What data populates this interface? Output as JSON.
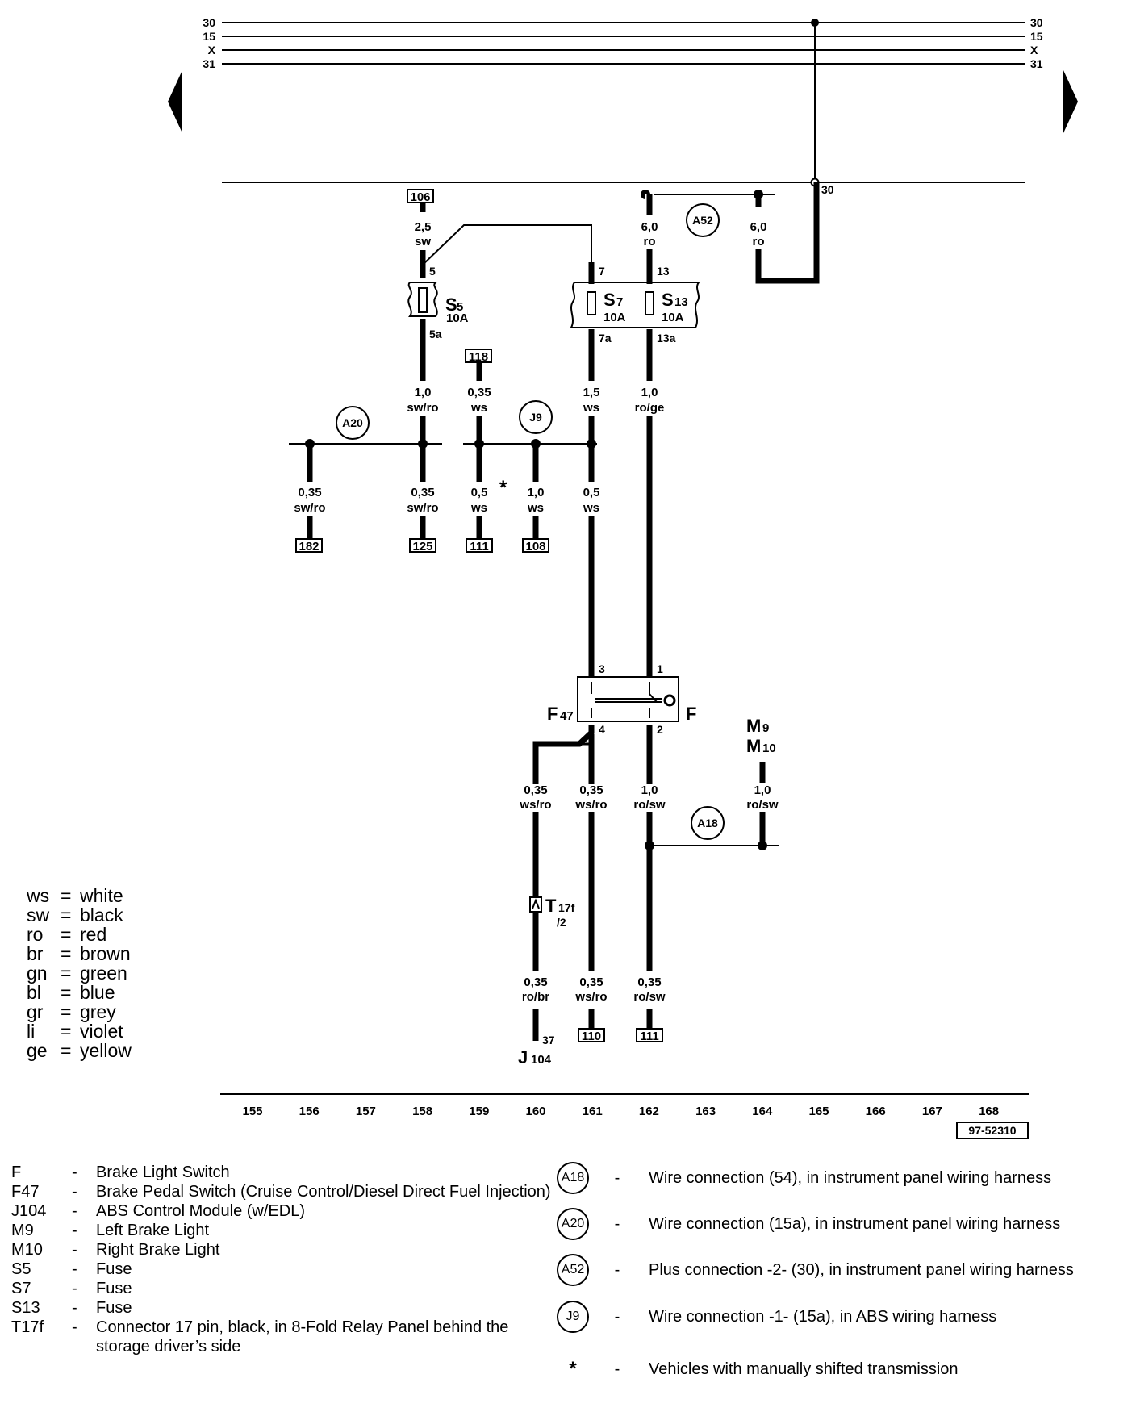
{
  "bus_labels": [
    "30",
    "15",
    "X",
    "31"
  ],
  "terminal_30": "30",
  "refs": {
    "r106": "106",
    "r118": "118",
    "r182": "182",
    "r125": "125",
    "r111a": "111",
    "r108": "108",
    "r110": "110",
    "r111b": "111"
  },
  "wires": {
    "w_s5_in": [
      "2,5",
      "sw"
    ],
    "w_s13_in": [
      "6,0",
      "ro"
    ],
    "w_a52": [
      "6,0",
      "ro"
    ],
    "w_s5_out": [
      "1,0",
      "sw/ro"
    ],
    "w_118": [
      "0,35",
      "ws"
    ],
    "w_s7_out": [
      "1,5",
      "ws"
    ],
    "w_s13_out": [
      "1,0",
      "ro/ge"
    ],
    "w_182": [
      "0,35",
      "sw/ro"
    ],
    "w_125": [
      "0,35",
      "sw/ro"
    ],
    "w_111": [
      "0,5",
      "ws"
    ],
    "w_108": [
      "1,0",
      "ws"
    ],
    "w_161": [
      "0,5",
      "ws"
    ],
    "w_f4a": [
      "0,35",
      "ws/ro"
    ],
    "w_f4b": [
      "0,35",
      "ws/ro"
    ],
    "w_f2": [
      "1,0",
      "ro/sw"
    ],
    "w_m9": [
      "1,0",
      "ro/sw"
    ],
    "w_j104": [
      "0,35",
      "ro/br"
    ],
    "w_110": [
      "0,35",
      "ws/ro"
    ],
    "w_111b": [
      "0,35",
      "ro/sw"
    ]
  },
  "pins": {
    "p5": "5",
    "p5a": "5a",
    "p7": "7",
    "p7a": "7a",
    "p13": "13",
    "p13a": "13a",
    "p3": "3",
    "p1": "1",
    "p4": "4",
    "p2": "2",
    "p37": "37"
  },
  "components": {
    "s5": {
      "main": "S",
      "sub": "5",
      "rating": "10A"
    },
    "s7": {
      "main": "S",
      "sub": "7",
      "rating": "10A"
    },
    "s13": {
      "main": "S",
      "sub": "13",
      "rating": "10A"
    },
    "f47": {
      "main": "F",
      "sub": "47"
    },
    "f": "F",
    "m9": {
      "main": "M",
      "sub": "9"
    },
    "m10": {
      "main": "M",
      "sub": "10"
    },
    "t17f": {
      "main": "T",
      "sub": "17f",
      "pin": "/2"
    },
    "j104": {
      "main": "J",
      "sub": "104"
    }
  },
  "circles": {
    "a52": "A52",
    "a20": "A20",
    "j9": "J9",
    "a18": "A18"
  },
  "asterisk": "*",
  "columns": [
    "155",
    "156",
    "157",
    "158",
    "159",
    "160",
    "161",
    "162",
    "163",
    "164",
    "165",
    "166",
    "167",
    "168"
  ],
  "diagram_id": "97-52310",
  "color_legend": [
    {
      "code": "ws",
      "name": "white"
    },
    {
      "code": "sw",
      "name": "black"
    },
    {
      "code": "ro",
      "name": "red"
    },
    {
      "code": "br",
      "name": "brown"
    },
    {
      "code": "gn",
      "name": "green"
    },
    {
      "code": "bl",
      "name": "blue"
    },
    {
      "code": "gr",
      "name": "grey"
    },
    {
      "code": "li",
      "name": "violet"
    },
    {
      "code": "ge",
      "name": "yellow"
    }
  ],
  "component_legend": [
    {
      "code": "F",
      "desc": "Brake Light Switch"
    },
    {
      "code": "F47",
      "desc": "Brake Pedal Switch (Cruise Control/Diesel Direct Fuel Injection)"
    },
    {
      "code": "J104",
      "desc": "ABS Control Module (w/EDL)"
    },
    {
      "code": "M9",
      "desc": "Left Brake Light"
    },
    {
      "code": "M10",
      "desc": "Right Brake Light"
    },
    {
      "code": "S5",
      "desc": "Fuse"
    },
    {
      "code": "S7",
      "desc": "Fuse"
    },
    {
      "code": "S13",
      "desc": "Fuse"
    },
    {
      "code": "T17f",
      "desc": "Connector 17 pin, black, in 8-Fold Relay Panel behind the storage driver’s side"
    }
  ],
  "connection_legend": [
    {
      "id": "A18",
      "desc": "Wire connection (54), in instrument panel wiring harness"
    },
    {
      "id": "A20",
      "desc": "Wire connection (15a), in instrument panel wiring harness"
    },
    {
      "id": "A52",
      "desc": "Plus connection -2- (30), in instrument panel wiring harness"
    },
    {
      "id": "J9",
      "desc": "Wire connection -1- (15a), in ABS wiring harness"
    },
    {
      "id": "*",
      "desc": "Vehicles with manually shifted transmission"
    }
  ],
  "dash": "-"
}
